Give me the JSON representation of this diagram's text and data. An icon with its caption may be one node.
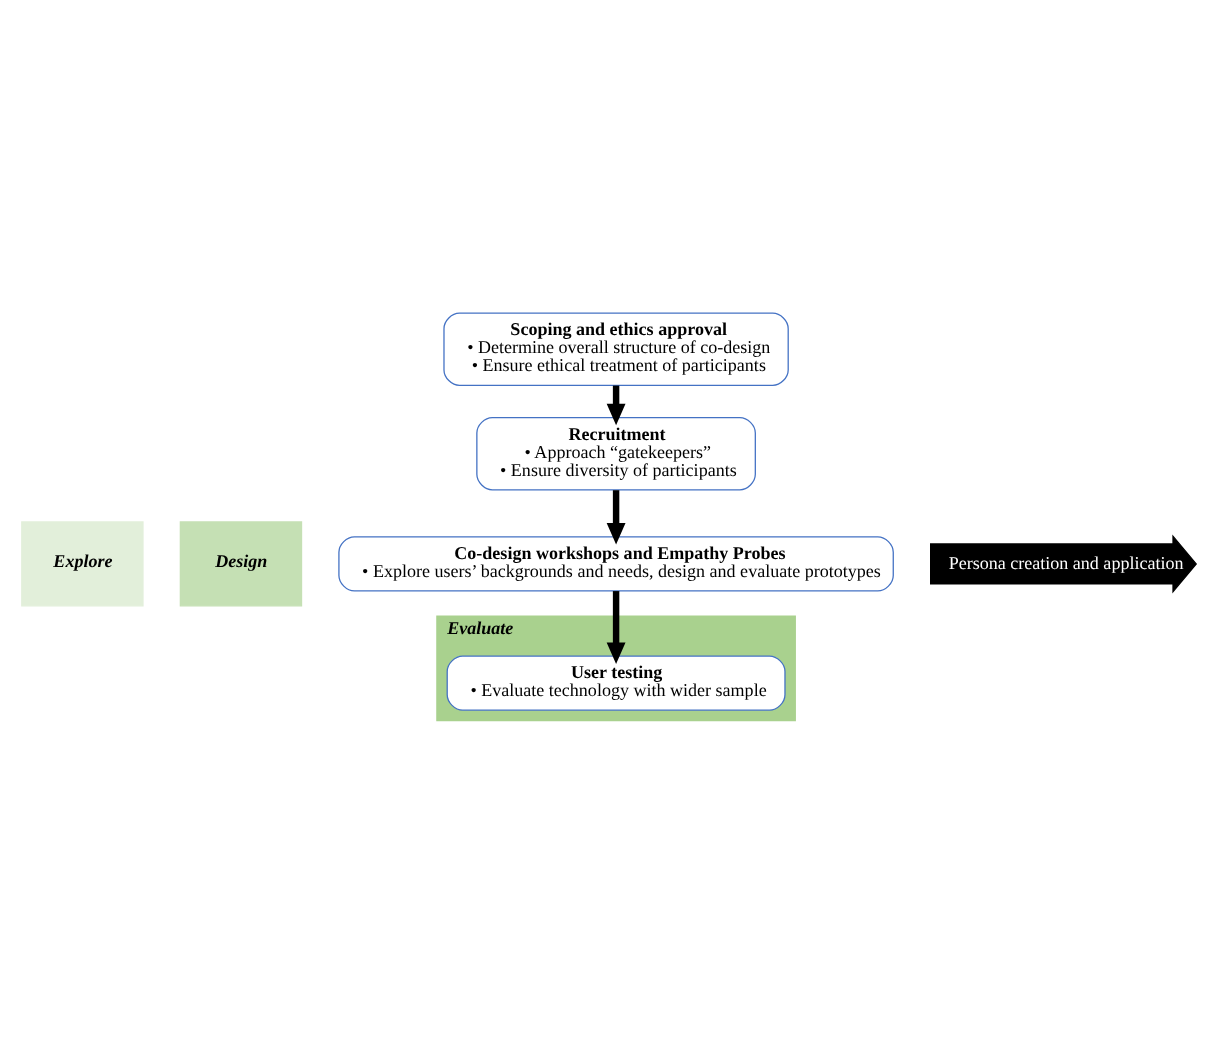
{
  "diagram": {
    "nodes": [
      {
        "text": [
          "Scoping and ethics approval",
          "• Determine overall structure of co-design",
          "• Ensure ethical treatment of participants"
        ]
      },
      {
        "text": [
          "Recruitment",
          "• Approach “gatekeepers”",
          "• Ensure diversity of participants"
        ]
      },
      {
        "text": [
          "Explore"
        ]
      },
      {
        "text": [
          "Design"
        ]
      },
      {
        "text": [
          "Evaluate"
        ]
      },
      {
        "text": [
          "Co-design workshops and Empathy Probes",
          "• Explore users’ backgrounds and needs, design and evaluate prototypes"
        ]
      },
      {
        "text": [
          "User testing",
          "• Evaluate technology with wider sample"
        ],
        "in": 4
      },
      {
        "text": [
          "Persona creation and application"
        ]
      }
    ],
    "edges": [
      {
        "from": 0,
        "to": 1,
        "arrow": "to"
      },
      {
        "from": 1,
        "to": 5,
        "arrow": "to"
      },
      {
        "from": 5,
        "to": 6,
        "arrow": "to"
      }
    ]
  }
}
